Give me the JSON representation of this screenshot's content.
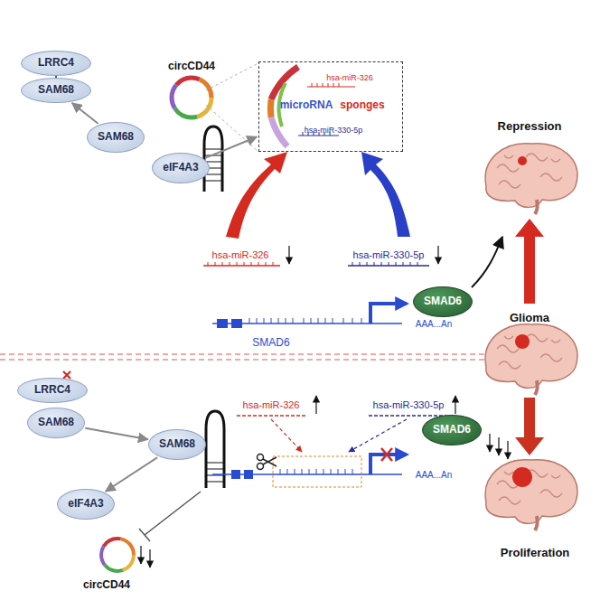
{
  "diagram": {
    "nodes": [
      {
        "text": [
          "LRRC4"
        ]
      },
      {
        "text": [
          "SAM68"
        ]
      },
      {
        "text": [
          "SAM68"
        ]
      },
      {
        "text": [
          "eIF4A3"
        ]
      },
      {
        "text": [
          "microRNA",
          "sponges",
          "hsa-miR-326",
          "hsa-miR-330-5p"
        ]
      },
      {
        "text": [
          "SMAD6"
        ]
      },
      {
        "text": [
          "LRRC4"
        ]
      },
      {
        "text": [
          "SAM68"
        ]
      },
      {
        "text": [
          "SAM68"
        ]
      },
      {
        "text": [
          "eIF4A3"
        ]
      },
      {
        "text": [
          "SMAD6"
        ]
      }
    ],
    "edges": [
      {
        "from": 2,
        "to": 1,
        "arrow": "to"
      },
      {
        "from": 3,
        "to": 4,
        "arrow": "to"
      },
      {
        "from": 7,
        "to": 8,
        "arrow": "to"
      },
      {
        "from": 8,
        "to": 9,
        "arrow": "to"
      }
    ],
    "labels": [
      "circCD44",
      "hsa-miR-326",
      "hsa-miR-330-5p",
      "AAA...An",
      "SMAD6",
      "Repression",
      "Glioma",
      "Proliferation",
      "circCD44",
      "hsa-miR-326",
      "hsa-miR-330-5p",
      "AAA...An"
    ]
  }
}
